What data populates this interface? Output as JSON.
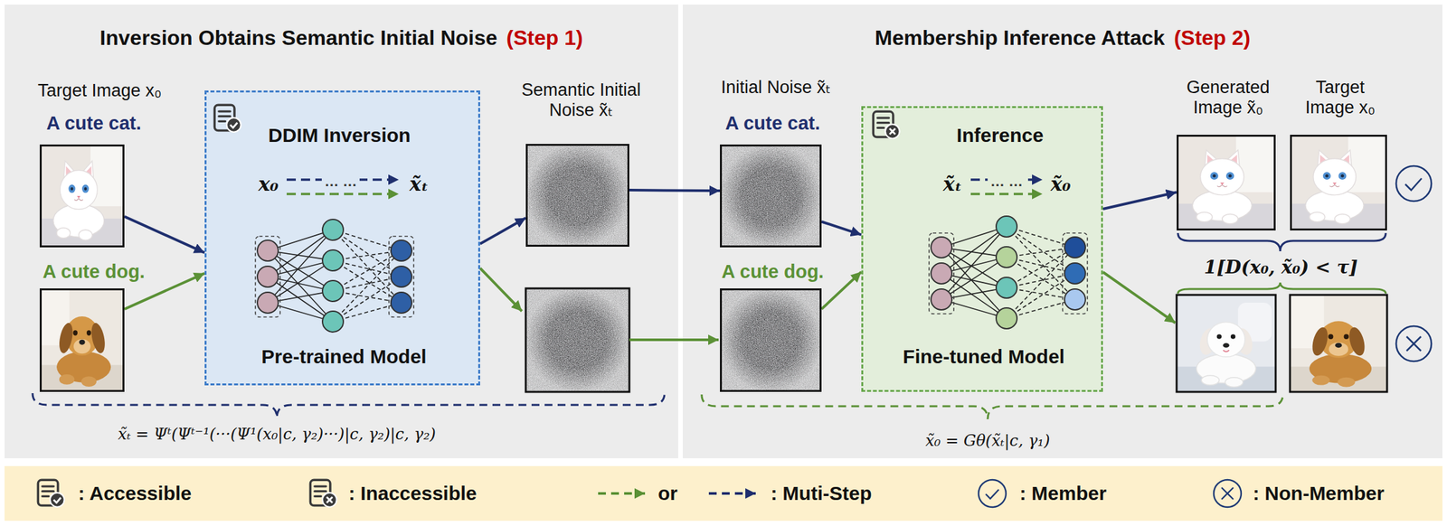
{
  "diagram": {
    "nodes": [
      {
        "text": [
          "Inversion Obtains Semantic Initial Noise",
          "(Step 1)"
        ]
      },
      {
        "text": [
          "Target Image x₀",
          "A cute cat."
        ],
        "in": 0
      },
      {
        "text": [
          "A cute dog."
        ],
        "in": 0
      },
      {
        "text": [
          "DDIM Inversion",
          "Pre-trained Model"
        ],
        "in": 0
      },
      {
        "text": [
          "Semantic Initial Noise x̃ₜ"
        ],
        "in": 0
      },
      {
        "text": [
          "Membership Inference Attack",
          "(Step 2)"
        ]
      },
      {
        "text": [
          "Initial Noise x̃ₜ",
          "A cute cat."
        ],
        "in": 5
      },
      {
        "text": [
          "A cute dog."
        ],
        "in": 5
      },
      {
        "text": [
          "Inference",
          "Fine-tuned Model"
        ],
        "in": 5
      },
      {
        "text": [
          "Generated Image x̃₀"
        ],
        "in": 5
      },
      {
        "text": [
          "Target Image x₀"
        ],
        "in": 5
      }
    ],
    "edges": [
      {
        "from": 1,
        "to": 3,
        "arrow": "to"
      },
      {
        "from": 2,
        "to": 3,
        "arrow": "to"
      },
      {
        "from": 3,
        "to": 4,
        "arrow": "to"
      },
      {
        "from": 4,
        "to": 6,
        "arrow": "to"
      },
      {
        "from": 6,
        "to": 8,
        "arrow": "to"
      },
      {
        "from": 7,
        "to": 8,
        "arrow": "to"
      },
      {
        "from": 8,
        "to": 9,
        "arrow": "to"
      }
    ],
    "labels": [
      "x₀",
      "… …",
      "x̃ₜ",
      "x̃ₜ = Ψᵗ(Ψᵗ⁻¹(···(Ψ¹(x₀|c, γ₂)···)|c, γ₂)|c,  γ₂)",
      "x̃ₜ",
      "… …",
      "x̃₀",
      "1[D(x₀, x̃₀) < τ]",
      "x̃₀ = Gθ(x̃ₜ|c, γ₁)",
      "or"
    ],
    "legend": [
      {
        "text": ": Accessible"
      },
      {
        "text": ": Inaccessible"
      },
      {
        "text": ": Muti-Step"
      },
      {
        "text": ": Member"
      },
      {
        "text": ": Non-Member"
      }
    ]
  }
}
